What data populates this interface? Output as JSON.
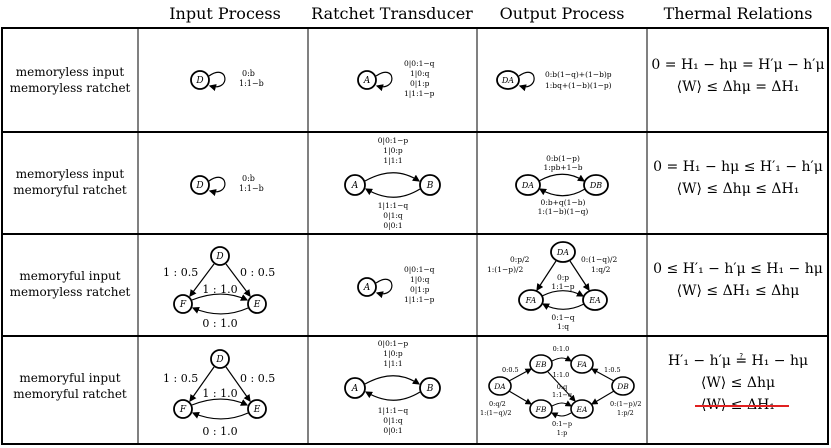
{
  "headers": [
    "Input Process",
    "Ratchet Transducer",
    "Output Process",
    "Thermal Relations"
  ],
  "rows": [
    {
      "label_line1": "memoryless input",
      "label_line2": "memoryless ratchet",
      "input": {
        "state": "D",
        "loop": [
          "0:b",
          "1:1−b"
        ]
      },
      "ratchet": {
        "state": "A",
        "loop": [
          "0|0:1−q",
          "1|0:q",
          "0|1:p",
          "1|1:1−p"
        ]
      },
      "output": {
        "state": "DA",
        "loop": [
          "0:b(1−q)+(1−b)p",
          "1:bq+(1−b)(1−p)"
        ]
      },
      "relations": [
        "0 = H₁ − hμ = H′μ − h′μ",
        "⟨W⟩ ≤ Δhμ = ΔH₁"
      ]
    },
    {
      "label_line1": "memoryless input",
      "label_line2": "memoryful ratchet",
      "input": {
        "state": "D",
        "loop": [
          "0:b",
          "1:1−b"
        ]
      },
      "ratchet": {
        "states": [
          "A",
          "B"
        ],
        "top": [
          "0|0:1−p",
          "1|0:p",
          "1|1:1"
        ],
        "bottom": [
          "1|1:1−q",
          "0|1:q",
          "0|0:1"
        ]
      },
      "output": {
        "states": [
          "DA",
          "DB"
        ],
        "top": [
          "0:b(1−p)",
          "1:pb+1−b"
        ],
        "bottom": [
          "0:b+q(1−b)",
          "1:(1−b)(1−q)"
        ]
      },
      "relations": [
        "0 = H₁ − hμ ≤ H′₁ − h′μ",
        "⟨W⟩ ≤ Δhμ ≤ ΔH₁"
      ]
    },
    {
      "label_line1": "memoryful input",
      "label_line2": "memoryless ratchet",
      "input": {
        "states": [
          "D",
          "F",
          "E"
        ],
        "labels": [
          "1 : 0.5",
          "0 : 0.5",
          "1 : 1.0",
          "0 : 1.0"
        ]
      },
      "ratchet": {
        "state": "A",
        "loop": [
          "0|0:1−q",
          "1|0:q",
          "0|1:p",
          "1|1:1−p"
        ]
      },
      "output": {
        "states": [
          "DA",
          "FA",
          "EA"
        ],
        "left": [
          "0:p/2",
          "1:(1−p)/2"
        ],
        "right": [
          "0:(1−q)/2",
          "1:q/2"
        ],
        "mid": [
          "0:p",
          "1:1−p"
        ],
        "bottom": [
          "0:1−q",
          "1:q"
        ]
      },
      "relations": [
        "0 ≤ H′₁ − h′μ ≤ H₁ − hμ",
        "⟨W⟩ ≤ ΔH₁ ≤ Δhμ"
      ]
    },
    {
      "label_line1": "memoryful input",
      "label_line2": "memoryful ratchet",
      "input": {
        "states": [
          "D",
          "F",
          "E"
        ],
        "labels": [
          "1 : 0.5",
          "0 : 0.5",
          "1 : 1.0",
          "0 : 1.0"
        ]
      },
      "ratchet": {
        "states": [
          "A",
          "B"
        ],
        "top": [
          "0|0:1−p",
          "1|0:p",
          "1|1:1"
        ],
        "bottom": [
          "1|1:1−q",
          "0|1:q",
          "0|0:1"
        ]
      },
      "output": {
        "states": [
          "DA",
          "EB",
          "FA",
          "DB",
          "FB",
          "EA"
        ],
        "labels": [
          "0:0.5",
          "0:1.0",
          "1:1.0",
          "1:0.5",
          "0:q",
          "1:1−q",
          "0:q/2",
          "1:(1−q)/2",
          "0:(1−p)/2",
          "1:p/2",
          "0:1−p",
          "1:p"
        ]
      },
      "relations": [
        "H′₁ − h′μ ≟ H₁ − hμ",
        "⟨W⟩ ≤ Δhμ",
        "⟨W⟩ ≤ ΔH₁"
      ]
    }
  ]
}
